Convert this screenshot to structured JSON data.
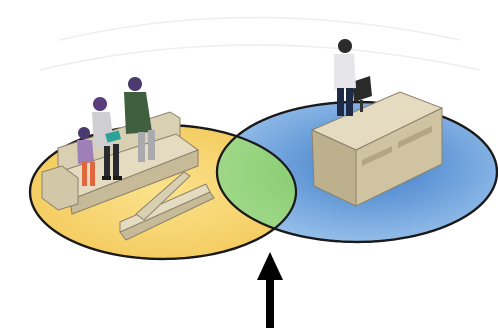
{
  "diagram": {
    "description_visible_text": "",
    "regions": [
      {
        "id": "home",
        "fill": "#F6D470",
        "stroke": "#1a1a1a",
        "contains": "family-on-couch"
      },
      {
        "id": "work",
        "fill": "#6FA5DA",
        "stroke": "#1a1a1a",
        "contains": "person-at-standing-desk"
      },
      {
        "id": "overlap",
        "fill": "#8FD07A"
      }
    ],
    "pointer": {
      "icon": "up-arrow-icon",
      "color": "#000000",
      "target": "overlap"
    }
  },
  "colors": {
    "home": "#F6D470",
    "work": "#6FA5DA",
    "overlap": "#8FD07A",
    "outline": "#1a1a1a",
    "furniture": "#D9CFB2",
    "furniture_shadow": "#B9AD8C"
  }
}
